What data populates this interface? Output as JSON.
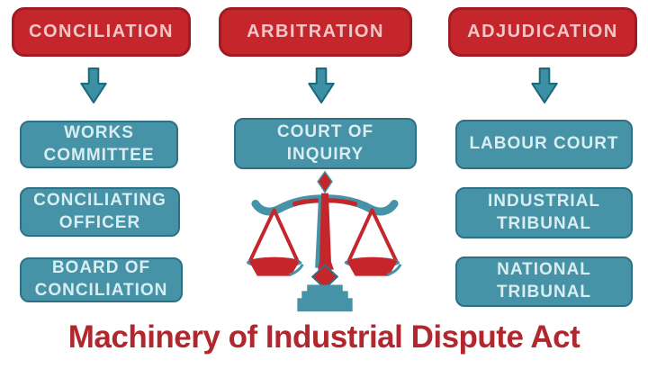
{
  "page": {
    "title": "Machinery of Industrial Dispute Act"
  },
  "colors": {
    "header_red": "#c5262c",
    "header_red_border": "#a11c22",
    "box_teal": "#4692a6",
    "box_teal_border": "#2e7185",
    "title_red": "#b0272e",
    "arrow_teal": "#3d8fa3",
    "arrow_teal_border": "#1d6a7d",
    "scales_red": "#c5262c",
    "scales_teal": "#4692a6"
  },
  "columns": [
    {
      "header": "CONCILIATION",
      "items": [
        {
          "label": "WORKS\nCOMMITTEE"
        },
        {
          "label": "CONCILIATING\nOFFICER"
        },
        {
          "label": "BOARD OF\nCONCILIATION"
        }
      ]
    },
    {
      "header": "ARBITRATION",
      "items": [
        {
          "label": "COURT OF\nINQUIRY"
        }
      ],
      "illustration": "scales-of-justice"
    },
    {
      "header": "ADJUDICATION",
      "items": [
        {
          "label": "LABOUR COURT"
        },
        {
          "label": "INDUSTRIAL\nTRIBUNAL"
        },
        {
          "label": "NATIONAL\nTRIBUNAL"
        }
      ]
    }
  ]
}
